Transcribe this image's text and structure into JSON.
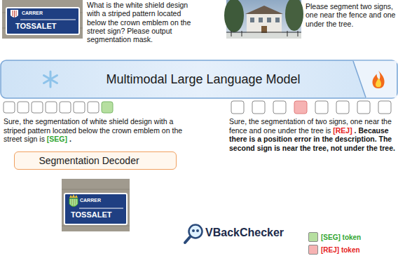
{
  "diagram": {
    "nodes": [
      {
        "text": [
          "Multimodal Large Language Model"
        ]
      },
      {
        "text": [
          "Segmentation Decoder"
        ]
      }
    ],
    "labels": [
      "CARRER",
      "TOSSALET",
      "What is the white shield design with a striped pattern located below the crown emblem on the street sign? Please output segmentation mask.",
      "Please segment two signs, one near the fence and one under the tree.",
      "Sure, the segmentation of white shield design with a striped pattern located below the crown emblem on the street sign is [SEG] .",
      "Sure, the segmentation of two signs, one near the fence and one under the tree is [REJ] . Because there is a position error in the description. The second sign is near the tree, not under the tree.",
      "CARRER",
      "TOSSALET",
      "VBackChecker"
    ],
    "legend": [
      {
        "text": "[SEG] token",
        "color": "#b6dfa0"
      },
      {
        "text": "[REJ] token",
        "color": "#f6b3b3"
      }
    ]
  }
}
